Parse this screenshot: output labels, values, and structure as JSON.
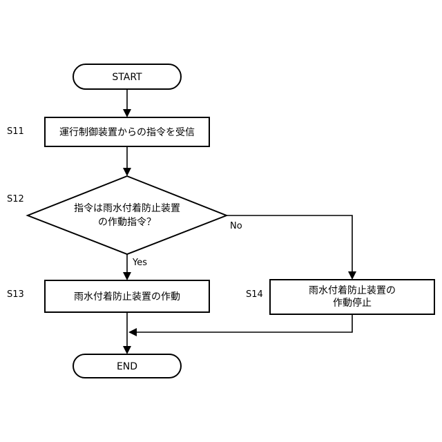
{
  "nodes": {
    "start": {
      "text": "START"
    },
    "s11": {
      "step": "S11",
      "text": "運行制御装置からの指令を受信"
    },
    "s12": {
      "step": "S12",
      "line1": "指令は雨水付着防止装置",
      "line2": "の作動指令？"
    },
    "s13": {
      "step": "S13",
      "text": "雨水付着防止装置の作動"
    },
    "s14": {
      "step": "S14",
      "line1": "雨水付着防止装置の",
      "line2": "作動停止"
    },
    "end": {
      "text": "END"
    }
  },
  "edges": {
    "yes_label": "Yes",
    "no_label": "No"
  }
}
